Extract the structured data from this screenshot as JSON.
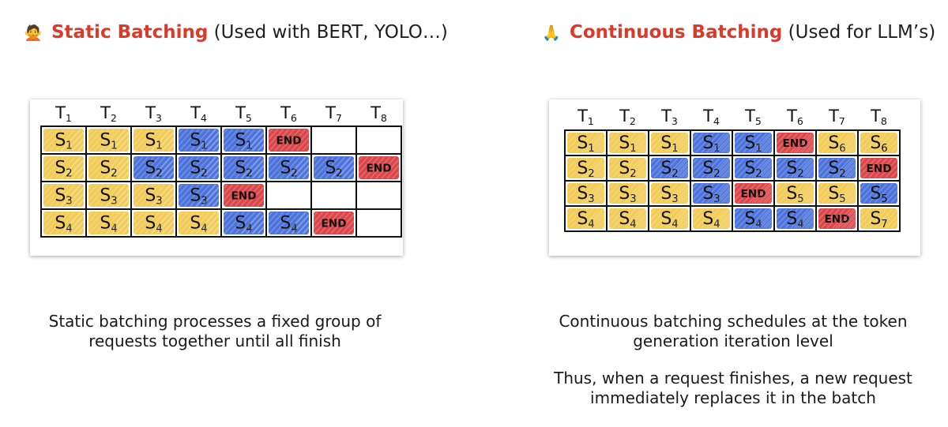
{
  "colors": {
    "accent": "#d93a2a",
    "yellow": "#f1c84a",
    "blue": "#3f68d8",
    "red": "#d8373c",
    "empty": "#ffffff",
    "ink": "#111111"
  },
  "static": {
    "emoji": "🙅",
    "title": "Static Batching",
    "note": "(Used with BERT, YOLO…)",
    "columns": [
      "T1",
      "T2",
      "T3",
      "T4",
      "T5",
      "T6",
      "T7",
      "T8"
    ],
    "rows": [
      [
        {
          "t": "S1",
          "c": "yellow"
        },
        {
          "t": "S1",
          "c": "yellow"
        },
        {
          "t": "S1",
          "c": "yellow"
        },
        {
          "t": "S1",
          "c": "blue"
        },
        {
          "t": "S1",
          "c": "blue"
        },
        {
          "t": "END",
          "c": "red"
        },
        {
          "t": "",
          "c": "empty"
        },
        {
          "t": "",
          "c": "empty"
        }
      ],
      [
        {
          "t": "S2",
          "c": "yellow"
        },
        {
          "t": "S2",
          "c": "yellow"
        },
        {
          "t": "S2",
          "c": "blue"
        },
        {
          "t": "S2",
          "c": "blue"
        },
        {
          "t": "S2",
          "c": "blue"
        },
        {
          "t": "S2",
          "c": "blue"
        },
        {
          "t": "S2",
          "c": "blue"
        },
        {
          "t": "END",
          "c": "red"
        }
      ],
      [
        {
          "t": "S3",
          "c": "yellow"
        },
        {
          "t": "S3",
          "c": "yellow"
        },
        {
          "t": "S3",
          "c": "yellow"
        },
        {
          "t": "S3",
          "c": "blue"
        },
        {
          "t": "END",
          "c": "red"
        },
        {
          "t": "",
          "c": "empty"
        },
        {
          "t": "",
          "c": "empty"
        },
        {
          "t": "",
          "c": "empty"
        }
      ],
      [
        {
          "t": "S4",
          "c": "yellow"
        },
        {
          "t": "S4",
          "c": "yellow"
        },
        {
          "t": "S4",
          "c": "yellow"
        },
        {
          "t": "S4",
          "c": "yellow"
        },
        {
          "t": "S4",
          "c": "blue"
        },
        {
          "t": "S4",
          "c": "blue"
        },
        {
          "t": "END",
          "c": "red"
        },
        {
          "t": "",
          "c": "empty"
        }
      ]
    ],
    "caption": [
      "Static batching processes a fixed group of",
      "requests together until all finish"
    ]
  },
  "continuous": {
    "emoji": "🙏",
    "title": "Continuous Batching",
    "note": "(Used for LLM’s)",
    "columns": [
      "T1",
      "T2",
      "T3",
      "T4",
      "T5",
      "T6",
      "T7",
      "T8"
    ],
    "rows": [
      [
        {
          "t": "S1",
          "c": "yellow"
        },
        {
          "t": "S1",
          "c": "yellow"
        },
        {
          "t": "S1",
          "c": "yellow"
        },
        {
          "t": "S1",
          "c": "blue"
        },
        {
          "t": "S1",
          "c": "blue"
        },
        {
          "t": "END",
          "c": "red"
        },
        {
          "t": "S6",
          "c": "yellow"
        },
        {
          "t": "S6",
          "c": "yellow"
        }
      ],
      [
        {
          "t": "S2",
          "c": "yellow"
        },
        {
          "t": "S2",
          "c": "yellow"
        },
        {
          "t": "S2",
          "c": "blue"
        },
        {
          "t": "S2",
          "c": "blue"
        },
        {
          "t": "S2",
          "c": "blue"
        },
        {
          "t": "S2",
          "c": "blue"
        },
        {
          "t": "S2",
          "c": "blue"
        },
        {
          "t": "END",
          "c": "red"
        }
      ],
      [
        {
          "t": "S3",
          "c": "yellow"
        },
        {
          "t": "S3",
          "c": "yellow"
        },
        {
          "t": "S3",
          "c": "yellow"
        },
        {
          "t": "S3",
          "c": "blue"
        },
        {
          "t": "END",
          "c": "red"
        },
        {
          "t": "S5",
          "c": "yellow"
        },
        {
          "t": "S5",
          "c": "yellow"
        },
        {
          "t": "S5",
          "c": "blue"
        }
      ],
      [
        {
          "t": "S4",
          "c": "yellow"
        },
        {
          "t": "S4",
          "c": "yellow"
        },
        {
          "t": "S4",
          "c": "yellow"
        },
        {
          "t": "S4",
          "c": "yellow"
        },
        {
          "t": "S4",
          "c": "blue"
        },
        {
          "t": "S4",
          "c": "blue"
        },
        {
          "t": "END",
          "c": "red"
        },
        {
          "t": "S7",
          "c": "yellow"
        }
      ]
    ],
    "caption": [
      "Continuous batching schedules at the token",
      "generation iteration level"
    ],
    "caption2": [
      "Thus, when a request finishes, a new request",
      "immediately replaces it in the batch"
    ]
  }
}
